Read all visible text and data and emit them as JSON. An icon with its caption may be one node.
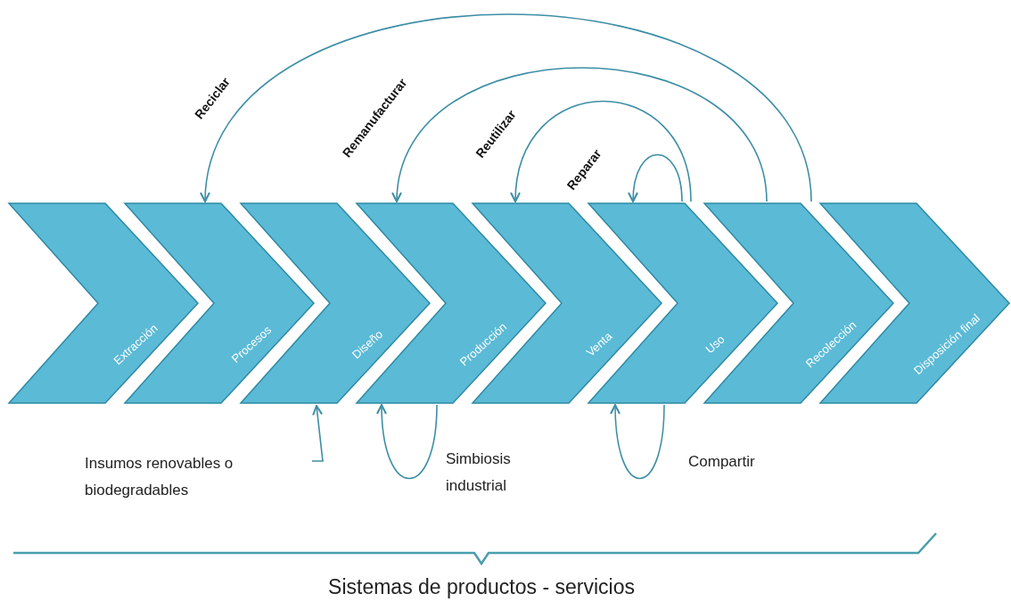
{
  "diagram": {
    "nodes": [
      {
        "text": [
          "Extracción"
        ]
      },
      {
        "text": [
          "Procesos"
        ]
      },
      {
        "text": [
          "Diseño"
        ]
      },
      {
        "text": [
          "Producción"
        ]
      },
      {
        "text": [
          "Venta"
        ]
      },
      {
        "text": [
          "Uso"
        ]
      },
      {
        "text": [
          "Recolección"
        ]
      },
      {
        "text": [
          "Disposición final"
        ]
      },
      {
        "text": [
          "Insumos renovables o biodegradables"
        ]
      }
    ],
    "edges": [
      {
        "from": 6,
        "to": 1,
        "arrow": "to",
        "label": "Reciclar"
      },
      {
        "from": 6,
        "to": 3,
        "arrow": "to",
        "label": "Remanufacturar"
      },
      {
        "from": 5,
        "to": 4,
        "arrow": "to",
        "label": "Reutilizar"
      },
      {
        "from": 5,
        "to": 5,
        "arrow": "to",
        "label": "Reparar"
      },
      {
        "from": 8,
        "to": 2,
        "arrow": "to"
      },
      {
        "from": 3,
        "to": 3,
        "arrow": "to",
        "label": "Simbiosis industrial"
      },
      {
        "from": 5,
        "to": 5,
        "arrow": "to",
        "label": "Compartir"
      }
    ],
    "labels": [
      "Sistemas de productos - servicios"
    ]
  }
}
